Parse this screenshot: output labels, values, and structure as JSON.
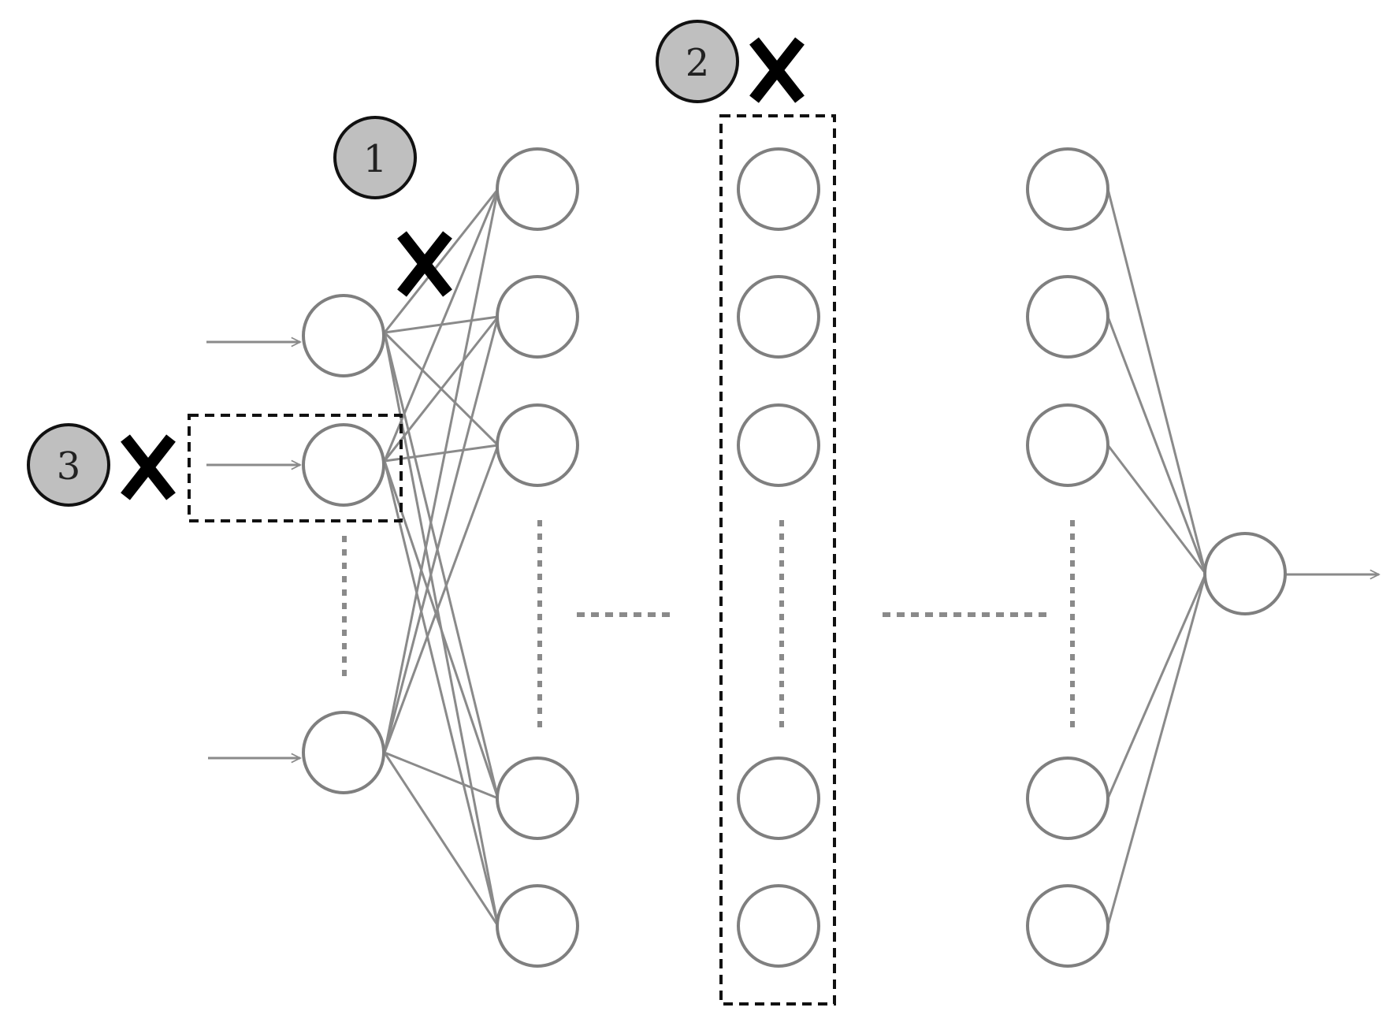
{
  "badges": [
    {
      "id": "badge-1",
      "label": "1"
    },
    {
      "id": "badge-2",
      "label": "2"
    },
    {
      "id": "badge-3",
      "label": "3"
    }
  ],
  "colors": {
    "node_stroke": "#7f7f7f",
    "edge": "#8a8a8a",
    "badge_fill": "#bfbfbf",
    "mark": "#000000"
  },
  "icons": [
    "x-mark-icon",
    "arrow-right-icon"
  ]
}
